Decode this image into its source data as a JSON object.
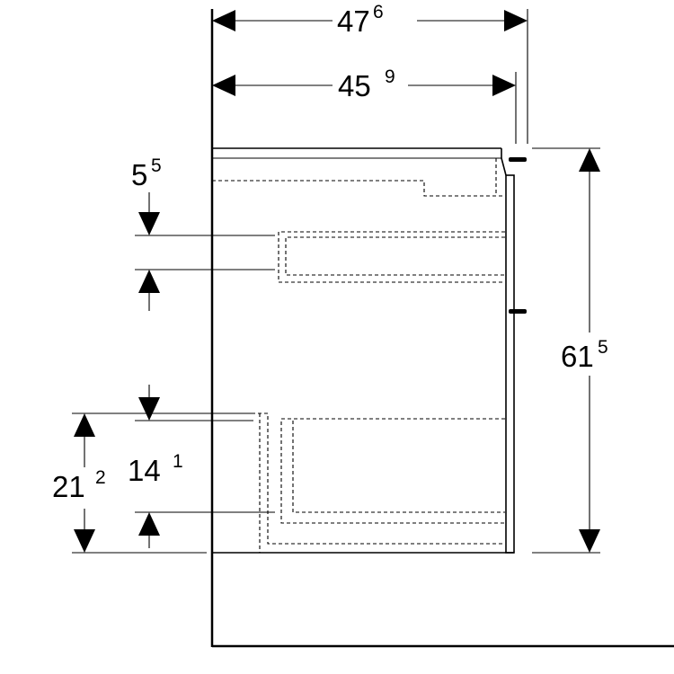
{
  "dimensions": {
    "overall_width": {
      "main": "47",
      "sup": "6"
    },
    "body_width": {
      "main": "45",
      "sup": "9"
    },
    "top_gap": {
      "main": "5",
      "sup": "5"
    },
    "overall_height": {
      "main": "61",
      "sup": "5"
    },
    "lower_height": {
      "main": "21",
      "sup": "2"
    },
    "drawer_height": {
      "main": "14",
      "sup": "1"
    }
  }
}
